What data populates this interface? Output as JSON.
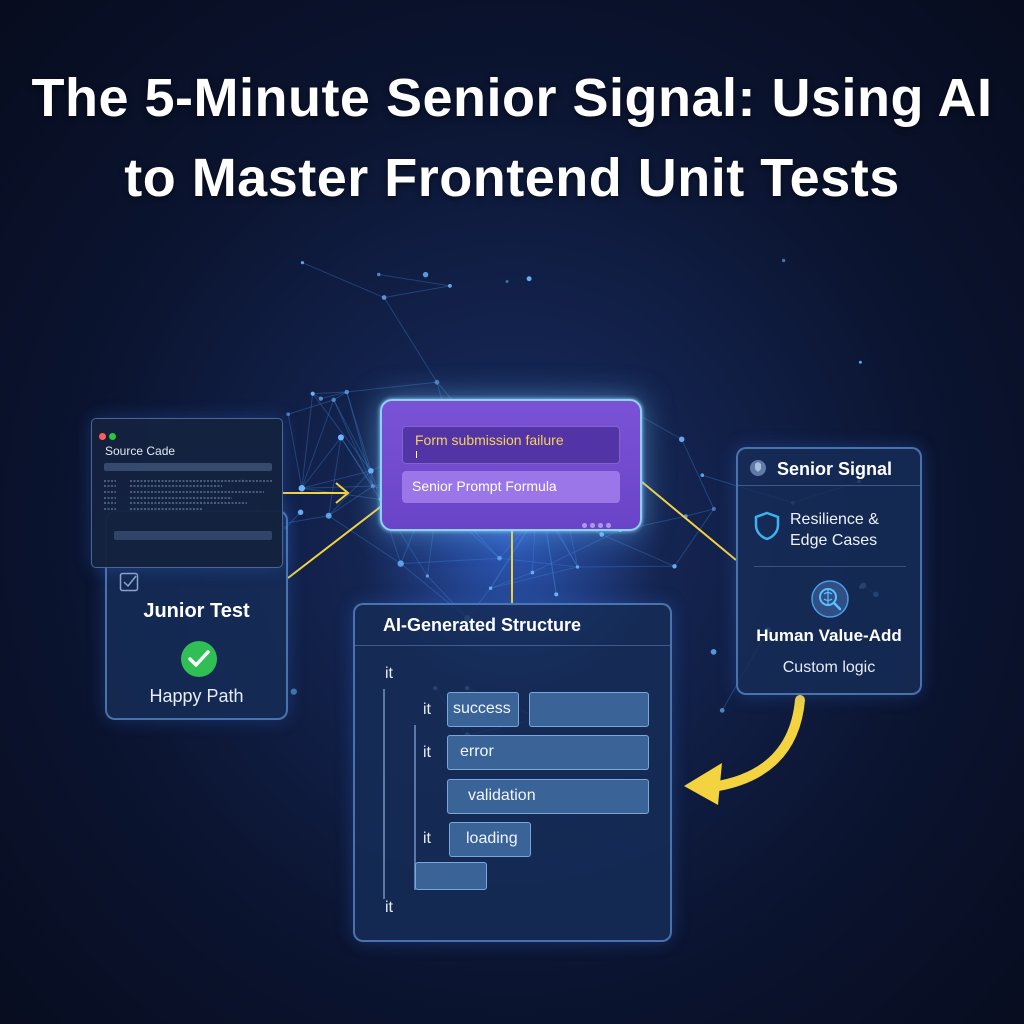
{
  "title": {
    "line1": "The 5-Minute Senior Signal: Using AI",
    "line2": "to Master Frontend Unit Tests"
  },
  "source_code": {
    "title": "Source Cade",
    "window_dots": [
      "#ff5f57",
      "#28c840"
    ]
  },
  "junior_test": {
    "label": "Junior Test",
    "status": "Happy Path",
    "icons": [
      "checkbox-icon",
      "check-circle-icon"
    ]
  },
  "prompt_card": {
    "input_text": "Form submission failure",
    "formula_label": "Senior Prompt Formula"
  },
  "senior_signal": {
    "header": "Senior Signal",
    "resilience_label": "Resilience & Edge Cases",
    "human_value_label": "Human Value-Add",
    "custom_logic_label": "Custom logic",
    "icons": [
      "badge-icon",
      "shield-icon",
      "brain-icon"
    ]
  },
  "ai_structure": {
    "header": "AI-Generated Structure",
    "it_label": "it",
    "tests": [
      "success",
      "error",
      "validation",
      "loading"
    ]
  },
  "colors": {
    "background": "#0b1430",
    "accent_yellow": "#f3d33f",
    "prompt_purple": "#7a52d6",
    "panel_border": "#6ea5eb",
    "check_green": "#2fbf54"
  }
}
